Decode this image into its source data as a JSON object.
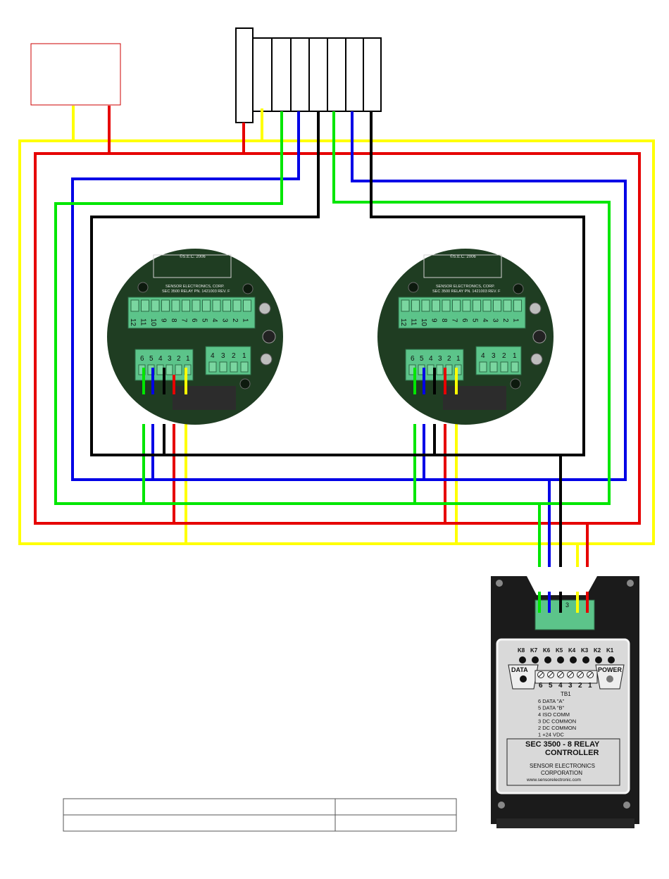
{
  "colors": {
    "yellow": "#ffff00",
    "red": "#e60000",
    "blue": "#0000e6",
    "green": "#00e600",
    "black": "#000000",
    "board": "#1f3d22",
    "terminal": "#5cc48a",
    "controller_body": "#1b1b1b",
    "panel": "#d9d9d9"
  },
  "relay_board": {
    "copyright": "©S.E.C. 2006",
    "line1": "SENSOR ELECTRONICS, CORP.",
    "line2": "SEC 3500 RELAY PN. 1421003 REV. F",
    "top_terminals": [
      "12",
      "11",
      "10",
      "9",
      "8",
      "7",
      "6",
      "5",
      "4",
      "3",
      "2",
      "1"
    ],
    "lower_left_terminals": [
      "6",
      "5",
      "4",
      "3",
      "2",
      "1"
    ],
    "lower_right_terminals": [
      "4",
      "3",
      "2",
      "1"
    ]
  },
  "controller": {
    "relay_labels": [
      "K8",
      "K7",
      "K6",
      "K5",
      "K4",
      "K3",
      "K2",
      "K1"
    ],
    "data_label": "DATA",
    "power_label": "POWER",
    "tb_numbers": [
      "6",
      "5",
      "4",
      "3",
      "2",
      "1"
    ],
    "tb_title": "TB1",
    "legend": [
      "6  DATA \"A\"",
      "5  DATA \"B\"",
      "4  ISO COMM",
      "3  DC COMMON",
      "2  DC COMMON",
      "1  +24 VDC"
    ],
    "title_line1": "SEC 3500 - 8 RELAY",
    "title_line2": "CONTROLLER",
    "maker_line1": "SENSOR ELECTRONICS",
    "maker_line2": "CORPORATION",
    "url": "www.sensorelectronic.com",
    "connector_label": "3"
  }
}
